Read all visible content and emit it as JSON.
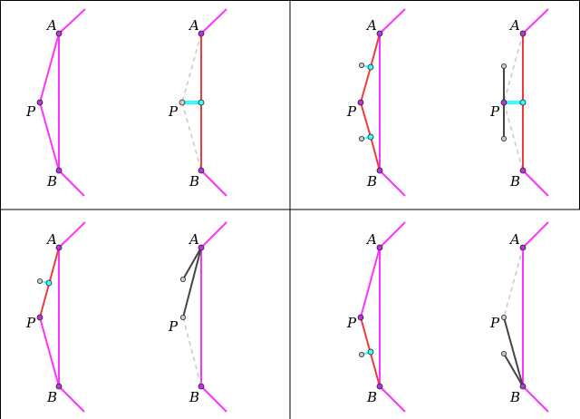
{
  "figure": {
    "labels": {
      "A": "A",
      "B": "B",
      "P": "P"
    },
    "colors": {
      "magenta": "#ff33ff",
      "red": "#ee3a3a",
      "dark": "#444444",
      "dashed": "#cccccc",
      "cyan": "#33ffff",
      "point_fill": "#bb33dd",
      "handle_fill": "#cccccc",
      "frame": "#000000"
    },
    "panels": [
      {
        "id": "top-left",
        "variant": "initial"
      },
      {
        "id": "top-right",
        "variant": "split-both"
      },
      {
        "id": "bottom-left",
        "variant": "split-upper"
      },
      {
        "id": "bottom-right",
        "variant": "split-lower"
      }
    ]
  }
}
